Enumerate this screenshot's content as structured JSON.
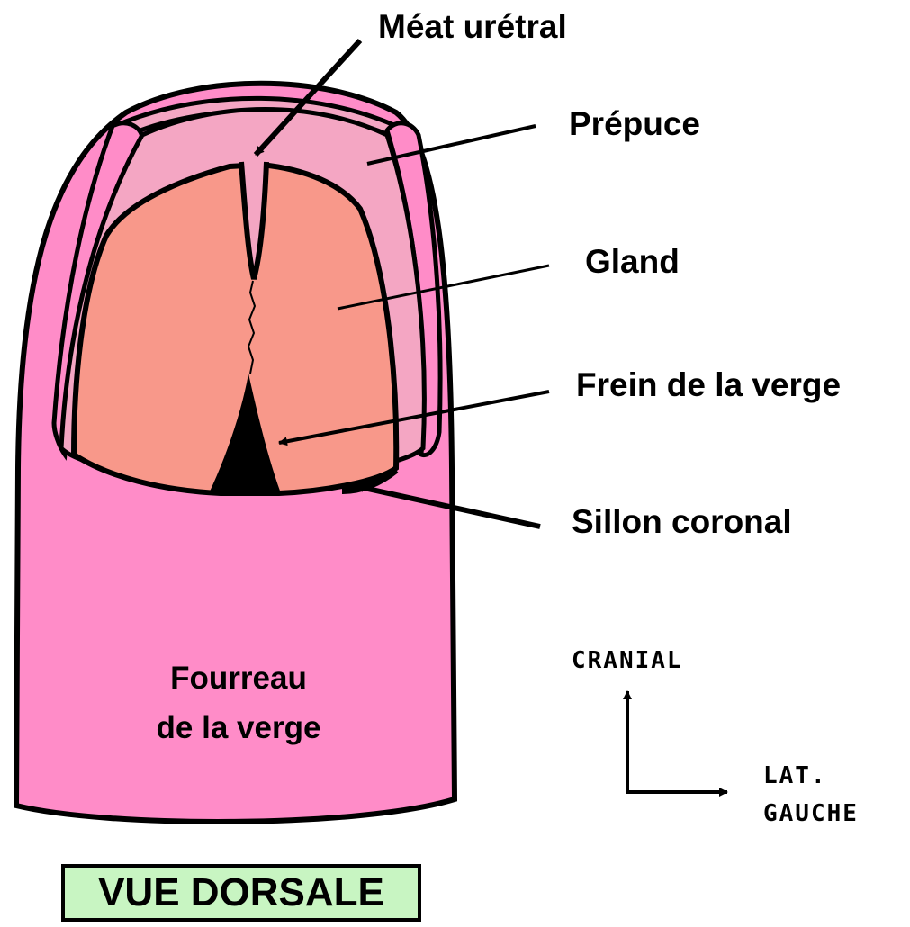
{
  "labels": {
    "meat": "Méat urétral",
    "prepuce": "Prépuce",
    "gland": "Gland",
    "frein": "Frein de la verge",
    "sillon": "Sillon coronal",
    "fourreau_line1": "Fourreau",
    "fourreau_line2": "de la verge"
  },
  "orientation": {
    "cranial": "CRANIAL",
    "lateral_line1": "LAT.",
    "lateral_line2": "GAUCHE"
  },
  "title": "VUE DORSALE",
  "colors": {
    "fourreau": "#ff8cc8",
    "prepuce": "#f4a6c3",
    "gland": "#f8988a",
    "outline": "#000000",
    "title_bg": "#c8f5c2"
  }
}
